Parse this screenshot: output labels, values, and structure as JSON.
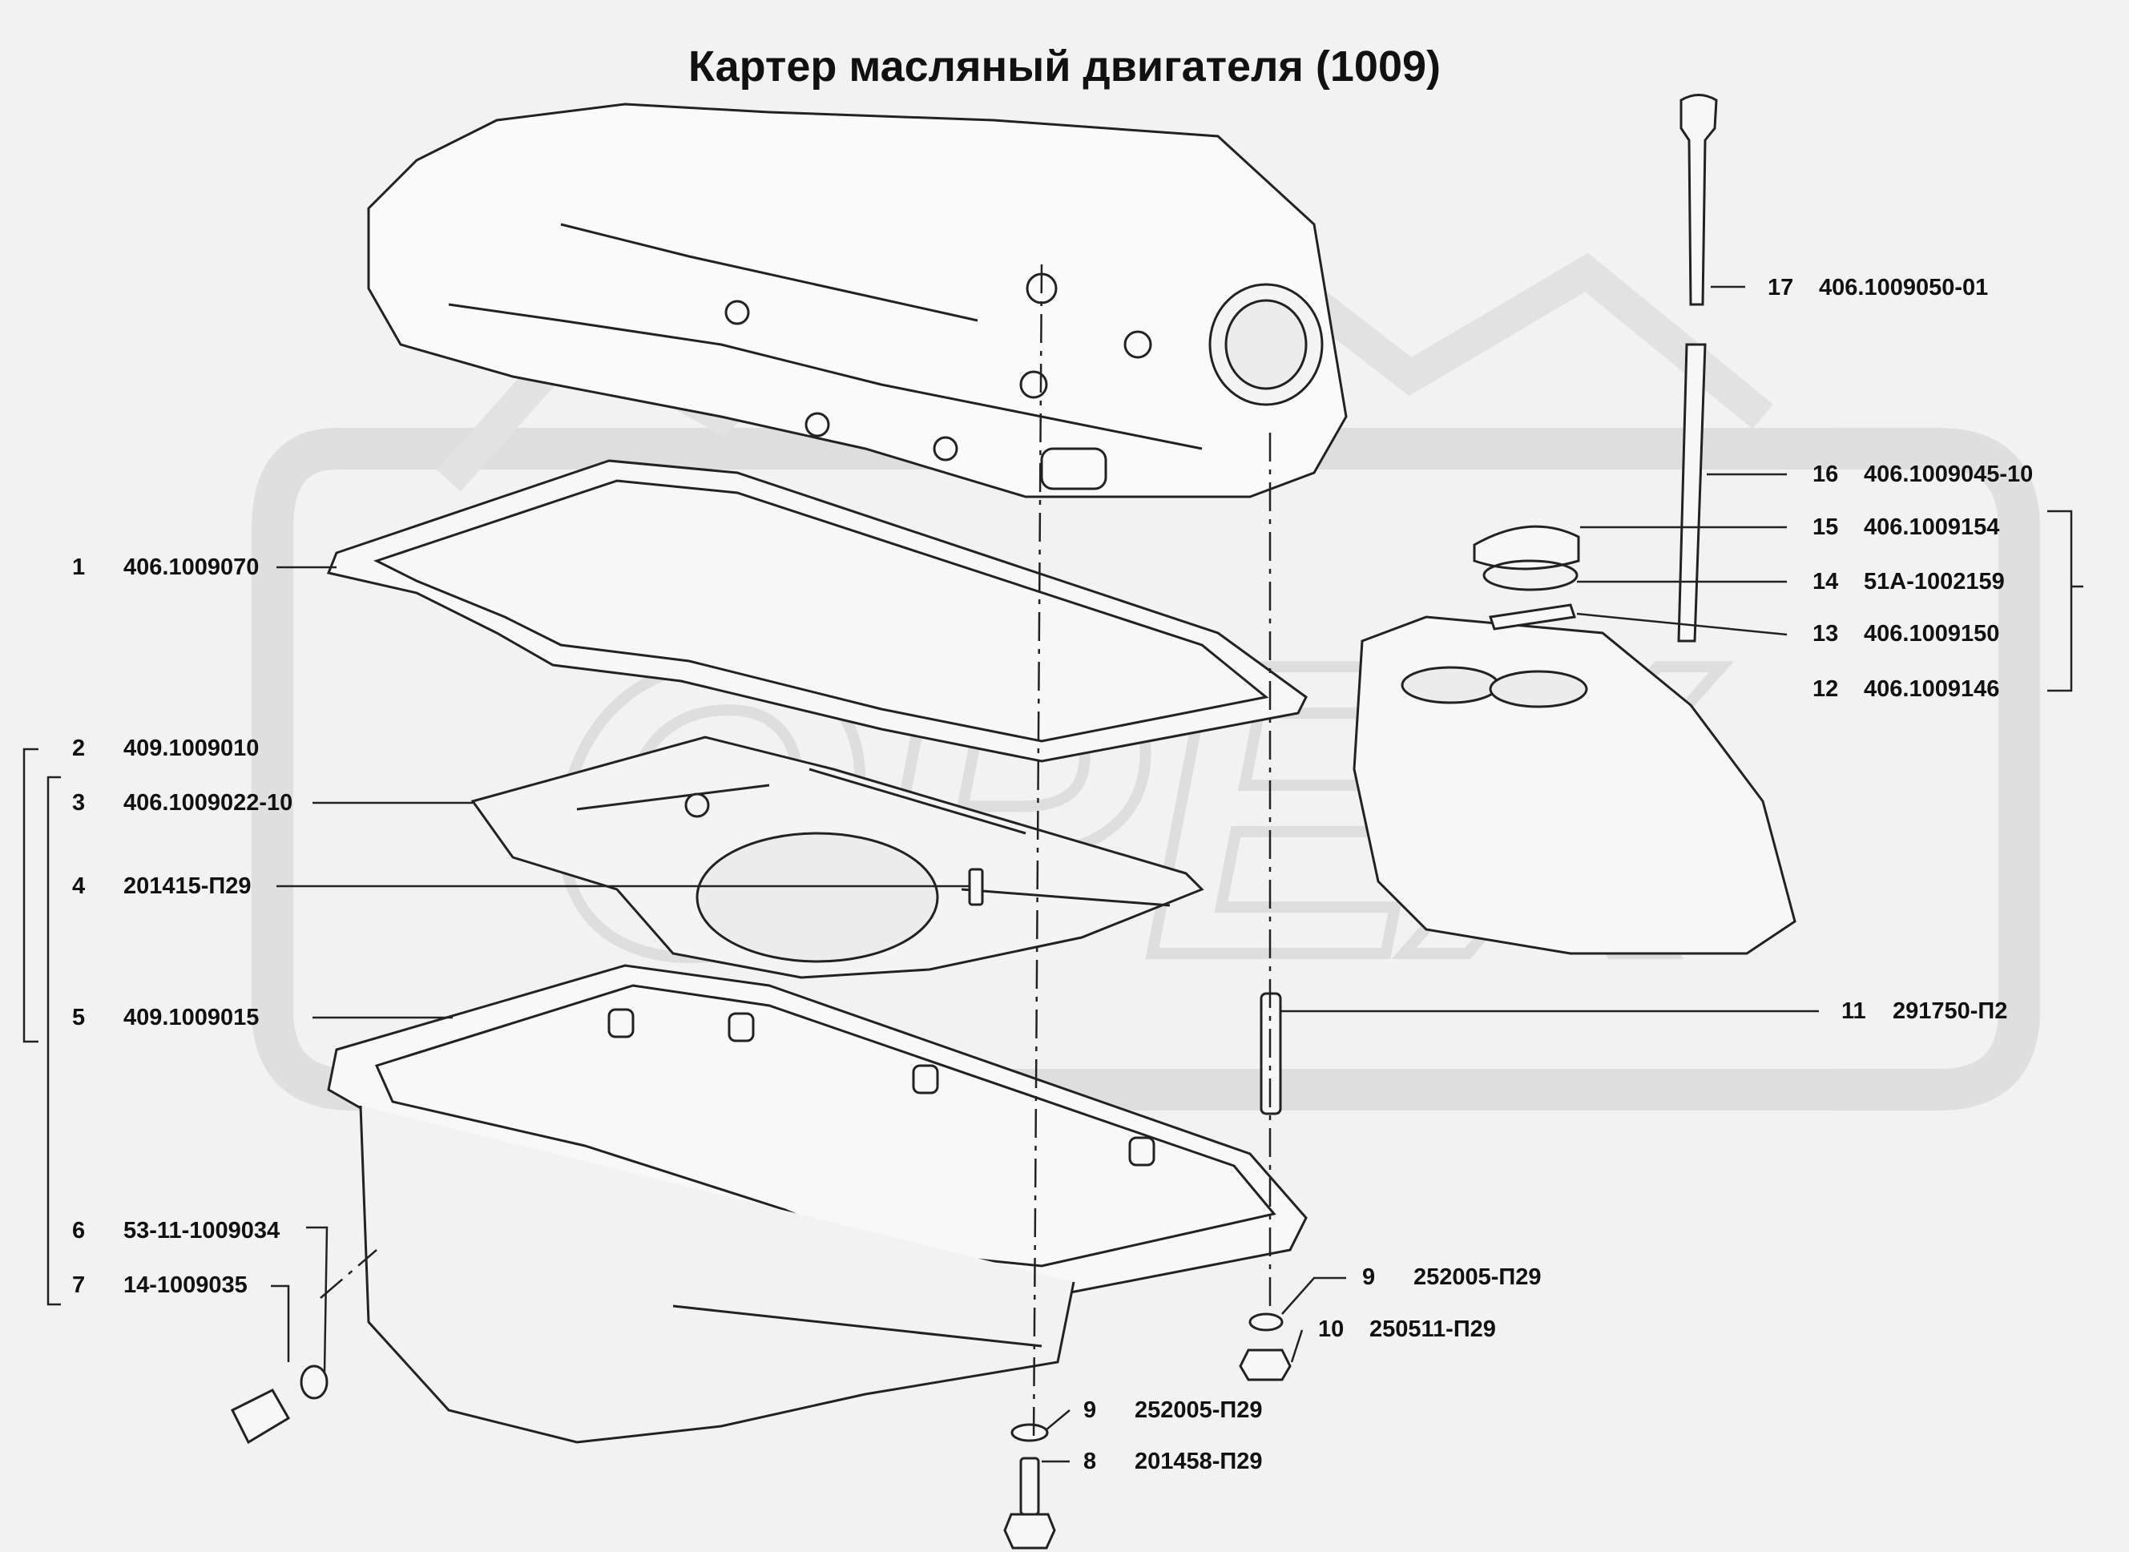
{
  "title": "Картер масляный двигателя (1009)",
  "watermark": "ОРЕХ",
  "callouts": [
    {
      "num": "1",
      "part": "406.1009070"
    },
    {
      "num": "2",
      "part": "409.1009010"
    },
    {
      "num": "3",
      "part": "406.1009022-10"
    },
    {
      "num": "4",
      "part": "201415-П29"
    },
    {
      "num": "5",
      "part": "409.1009015"
    },
    {
      "num": "6",
      "part": "53-11-1009034"
    },
    {
      "num": "7",
      "part": "14-1009035"
    },
    {
      "num": "8",
      "part": "201458-П29"
    },
    {
      "num": "9",
      "part": "252005-П29"
    },
    {
      "num": "9",
      "part": "252005-П29"
    },
    {
      "num": "10",
      "part": "250511-П29"
    },
    {
      "num": "11",
      "part": "291750-П2"
    },
    {
      "num": "12",
      "part": "406.1009146"
    },
    {
      "num": "13",
      "part": "406.1009150"
    },
    {
      "num": "14",
      "part": "51А-1002159"
    },
    {
      "num": "15",
      "part": "406.1009154"
    },
    {
      "num": "16",
      "part": "406.1009045-10"
    },
    {
      "num": "17",
      "part": "406.1009050-01"
    }
  ]
}
